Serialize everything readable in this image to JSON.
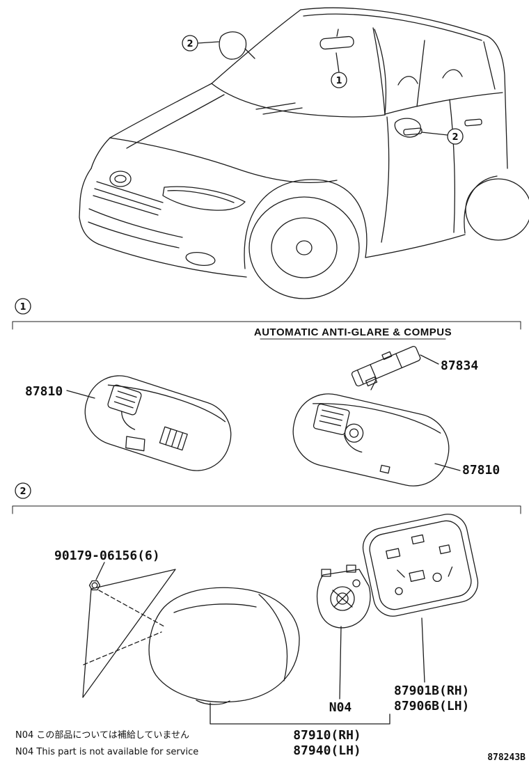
{
  "diagram": {
    "code": "878243B",
    "callouts": {
      "one": "1",
      "two": "2"
    },
    "section1": {
      "title": "AUTOMATIC ANTI-GLARE & COMPUS",
      "parts": {
        "mirror_left": "87810",
        "sensor_cover": "87834",
        "mirror_right": "87810"
      }
    },
    "section2": {
      "parts": {
        "screw": "90179-06156(6)",
        "actuator_flag": "N04",
        "glass_rh": "87901B(RH)",
        "glass_lh": "87906B(LH)",
        "assembly_rh": "87910(RH)",
        "assembly_lh": "87940(LH)"
      }
    },
    "notes": {
      "jp": "N04 この部品については補給していません",
      "en": "N04 This part is not available for service"
    }
  }
}
